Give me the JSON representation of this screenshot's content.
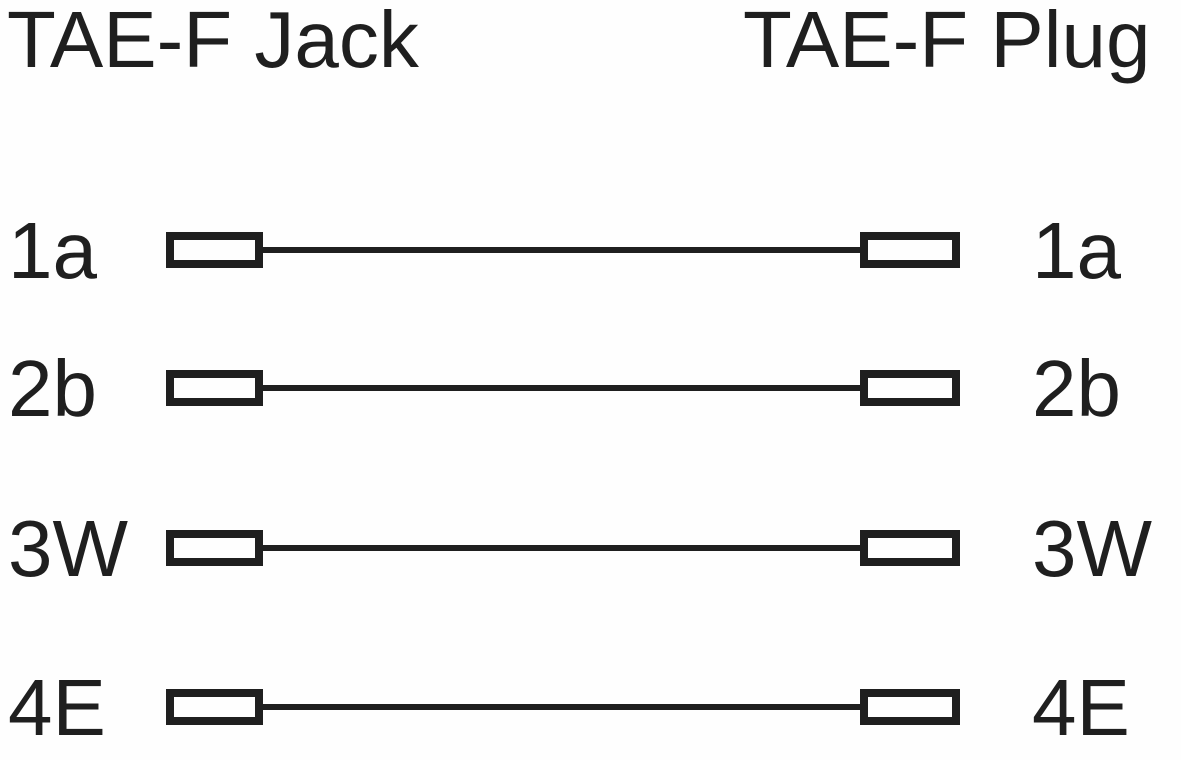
{
  "diagram": {
    "left_title": "TAE-F Jack",
    "right_title": "TAE-F Plug",
    "connections": [
      {
        "left_pin": "1a",
        "right_pin": "1a"
      },
      {
        "left_pin": "2b",
        "right_pin": "2b"
      },
      {
        "left_pin": "3W",
        "right_pin": "3W"
      },
      {
        "left_pin": "4E",
        "right_pin": "4E"
      }
    ],
    "colors": {
      "ink": "#1f1f1f",
      "background": "#fefefe"
    }
  }
}
